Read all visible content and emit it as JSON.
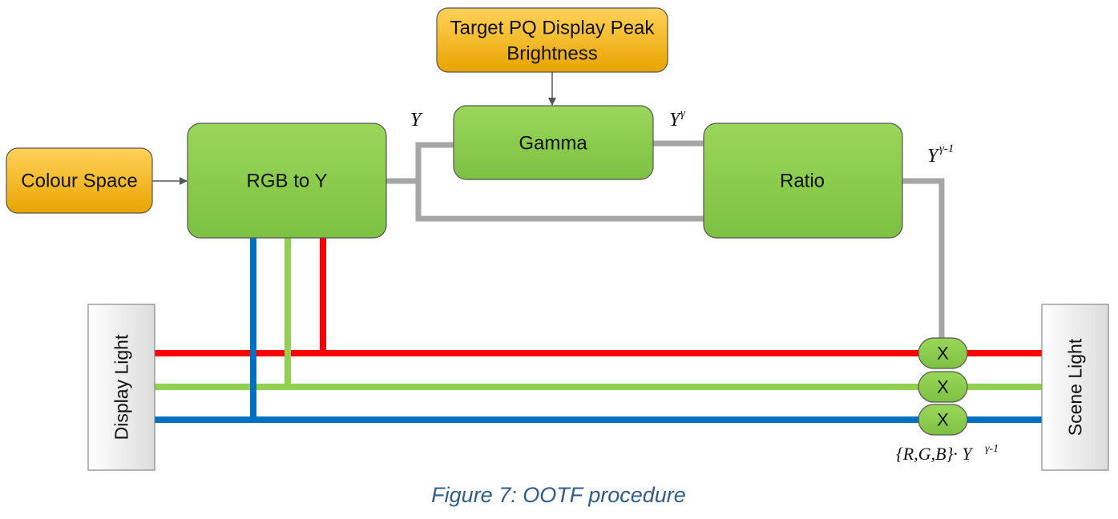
{
  "nodes": {
    "colour_space": "Colour Space",
    "rgb_to_y": "RGB to Y",
    "target_peak_line1": "Target PQ Display Peak",
    "target_peak_line2": "Brightness",
    "gamma": "Gamma",
    "ratio": "Ratio",
    "multiplier_1": "X",
    "multiplier_2": "X",
    "multiplier_3": "X"
  },
  "side_labels": {
    "left": "Display Light",
    "right": "Scene Light"
  },
  "signal_labels": {
    "y": "Y",
    "y_gamma_base": "Y",
    "y_gamma_exp": "γ",
    "y_ratio_base": "Y",
    "y_ratio_exp": "γ-1",
    "output_prefix": "{R,G,B}· Y",
    "output_exp": "γ-1"
  },
  "caption": "Figure 7: OOTF procedure",
  "colors": {
    "orange_fill": "#f5b400",
    "green_fill": "#8ccc4c",
    "red_line": "#ff0000",
    "green_line": "#92d050",
    "blue_line": "#0070c0",
    "grey_line": "#a6a6a6",
    "caption": "#2e5d8c"
  }
}
